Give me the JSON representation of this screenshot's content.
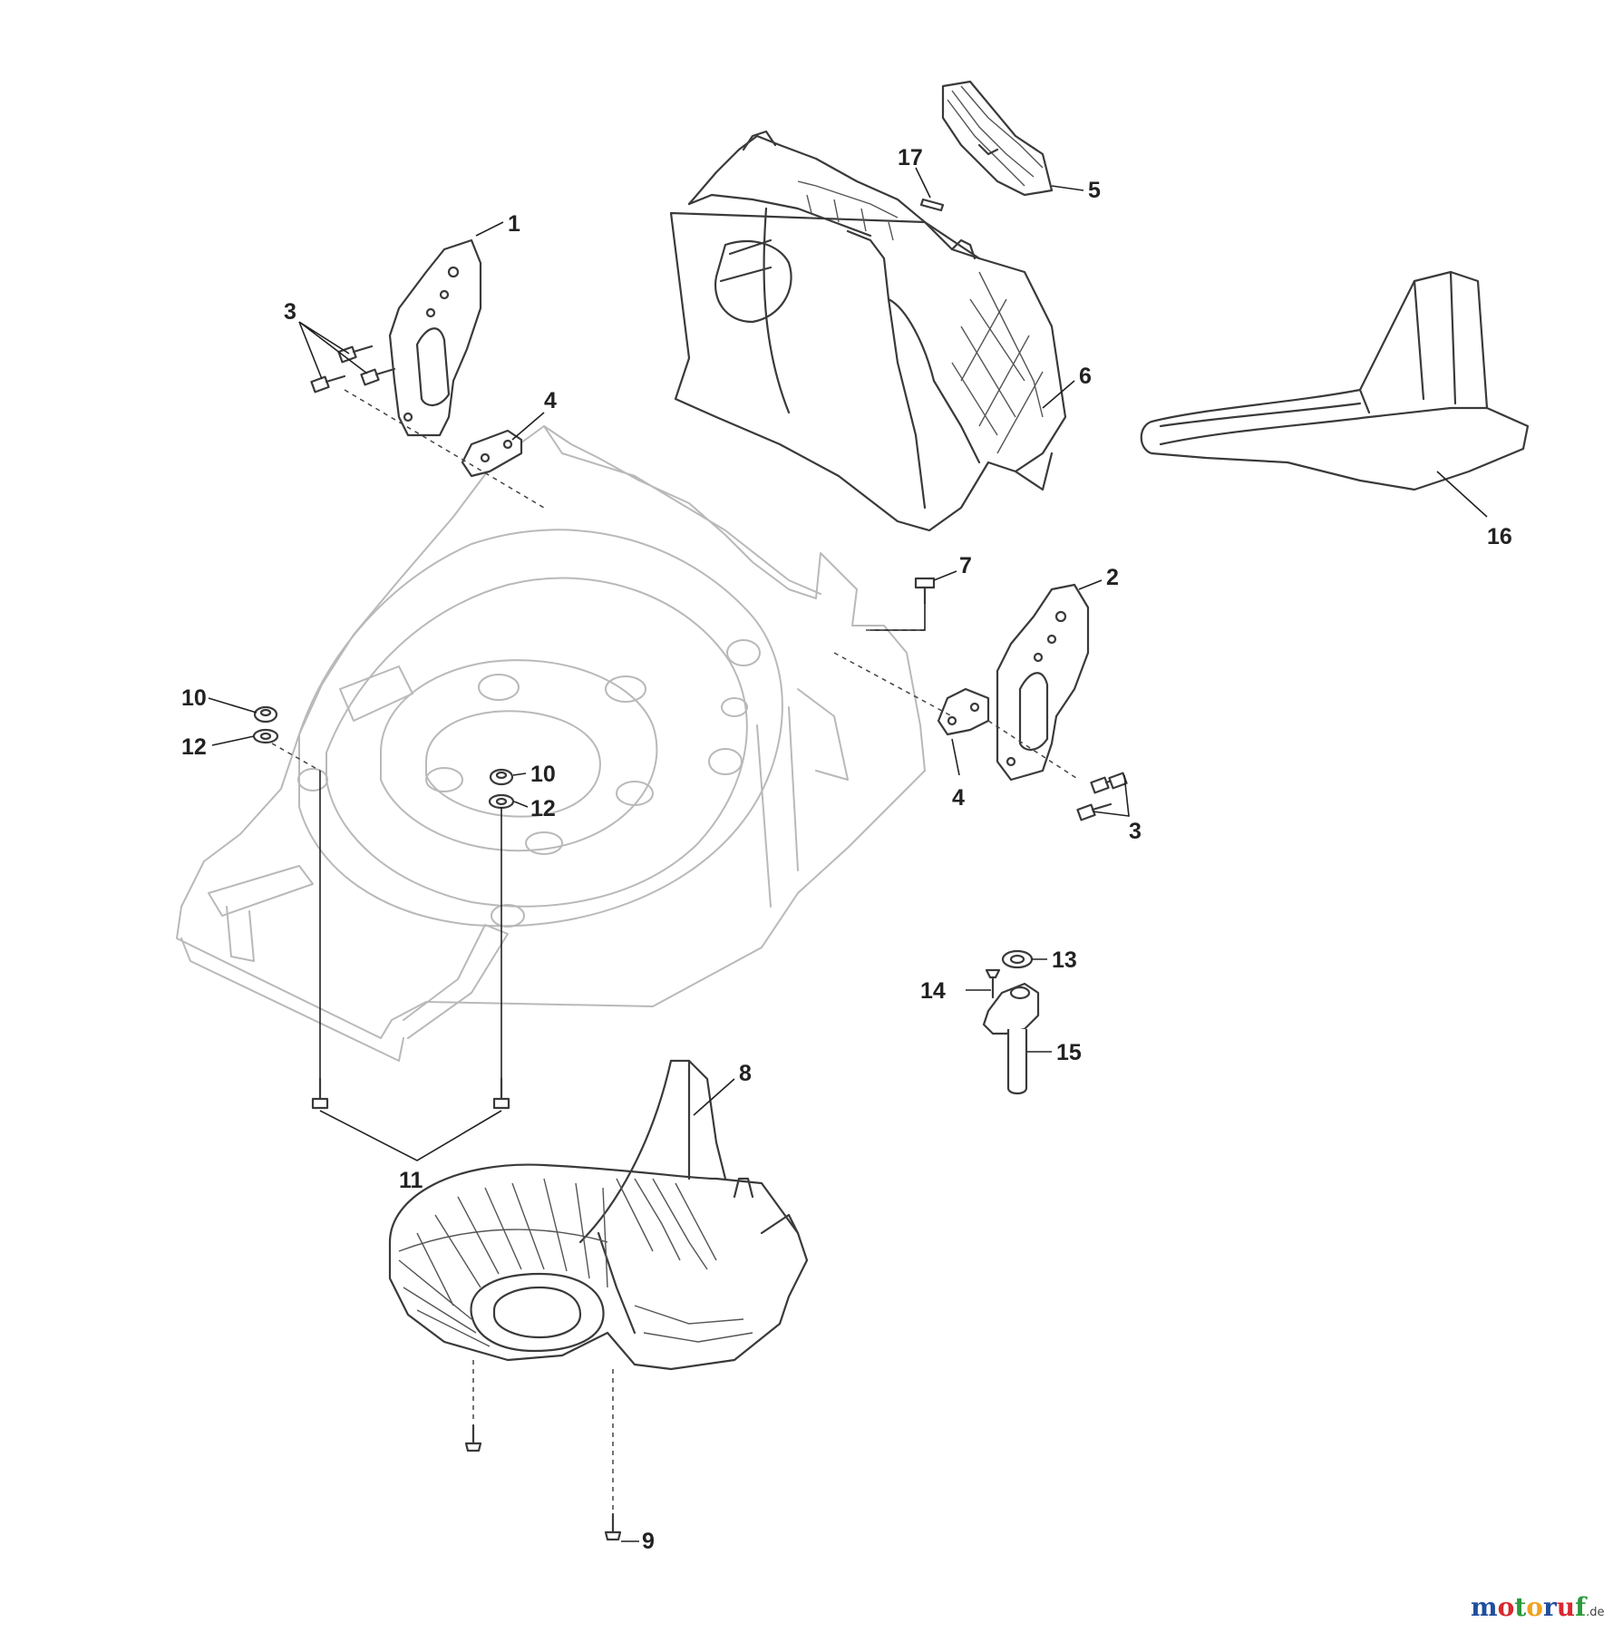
{
  "callouts": {
    "c1": "1",
    "c2": "2",
    "c3a": "3",
    "c3b": "3",
    "c4a": "4",
    "c4b": "4",
    "c5": "5",
    "c6": "6",
    "c7": "7",
    "c8": "8",
    "c9": "9",
    "c10a": "10",
    "c10b": "10",
    "c11": "11",
    "c12a": "12",
    "c12b": "12",
    "c13": "13",
    "c14": "14",
    "c15": "15",
    "c16": "16",
    "c17": "17"
  },
  "logo": {
    "letters": [
      "m",
      "o",
      "t",
      "o",
      "r",
      "u",
      "f"
    ],
    "colors": [
      "#1f4e9e",
      "#d9282f",
      "#2a9a3a",
      "#f0a21c",
      "#1f4e9e",
      "#d9282f",
      "#2a9a3a"
    ],
    "suffix": ".de"
  }
}
